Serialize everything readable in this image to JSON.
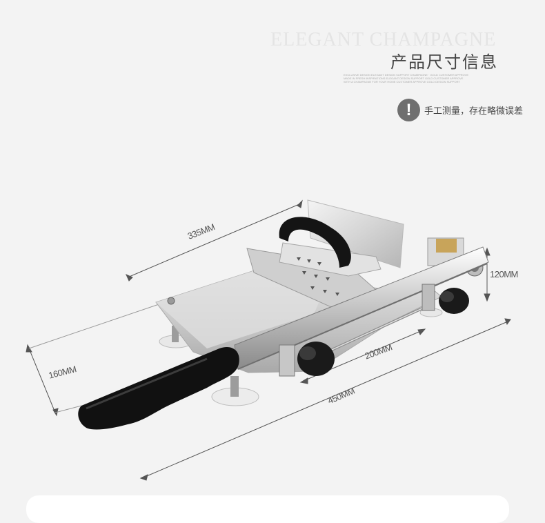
{
  "header": {
    "watermark": "ELEGANT CHAMPAGNE",
    "title": "产品尺寸信息",
    "fineprint": [
      "EXCLUSIVE DESIGN ELEGANT DESIGN SUPPORT CHAMPAGNE · GOLD CUSTOMER APPROVE",
      "MADE IN FRESH INSPIRATIONS ELEGANT DESIGN SUPPORT GOLD CUSTOMER APPROVE",
      "WITH A CHAMPAGNE FOR YOUR HOME CUSTOMER APPROVE GOLD DESIGN SUPPORT"
    ]
  },
  "note": {
    "icon": "exclamation-icon",
    "text": "手工测量，存在略微误差"
  },
  "dimensions": {
    "top": "335MM",
    "right": "120MM",
    "left": "160MM",
    "inner": "200MM",
    "bottom": "450MM"
  },
  "colors": {
    "background": "#f3f3f3",
    "steel_light": "#e6e6e6",
    "steel_dark": "#9a9a9a",
    "handle": "#111111",
    "accent_gold": "#c8a45a"
  }
}
